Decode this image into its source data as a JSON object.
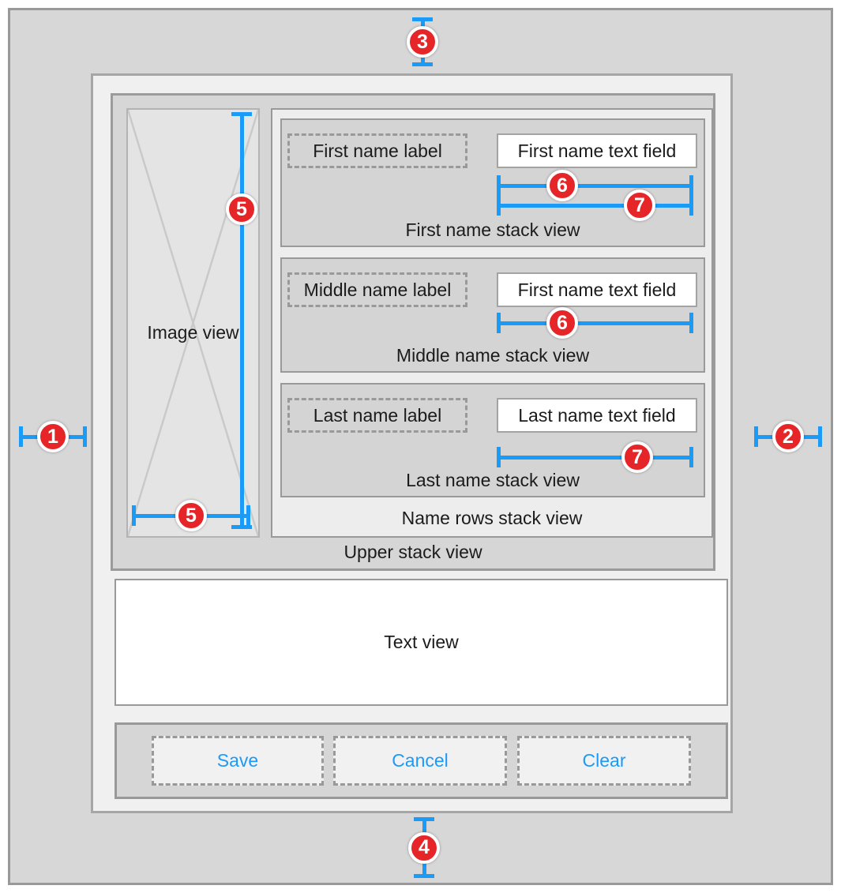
{
  "figure": {
    "upper_stack_view": {
      "caption": "Upper stack view",
      "image_view": {
        "label": "Image view"
      },
      "name_rows_stack_view": {
        "caption": "Name rows stack view",
        "rows": [
          {
            "label": "First name label",
            "field": "First name text field",
            "caption": "First name stack view"
          },
          {
            "label": "Middle name label",
            "field": "First name text field",
            "caption": "Middle name stack view"
          },
          {
            "label": "Last name label",
            "field": "Last name text field",
            "caption": "Last name stack view"
          }
        ]
      }
    },
    "text_view": {
      "label": "Text view"
    },
    "button_stack_view": {
      "buttons": [
        {
          "label": "Save"
        },
        {
          "label": "Cancel"
        },
        {
          "label": "Clear"
        }
      ]
    },
    "annotations": {
      "n1": "1",
      "n2": "2",
      "n3": "3",
      "n4": "4",
      "n5": "5",
      "n6": "6",
      "n7": "7"
    },
    "colors": {
      "dimension_blue": "#1a9bf7",
      "badge_red": "#e52528",
      "button_text_blue": "#1c9af6"
    }
  }
}
